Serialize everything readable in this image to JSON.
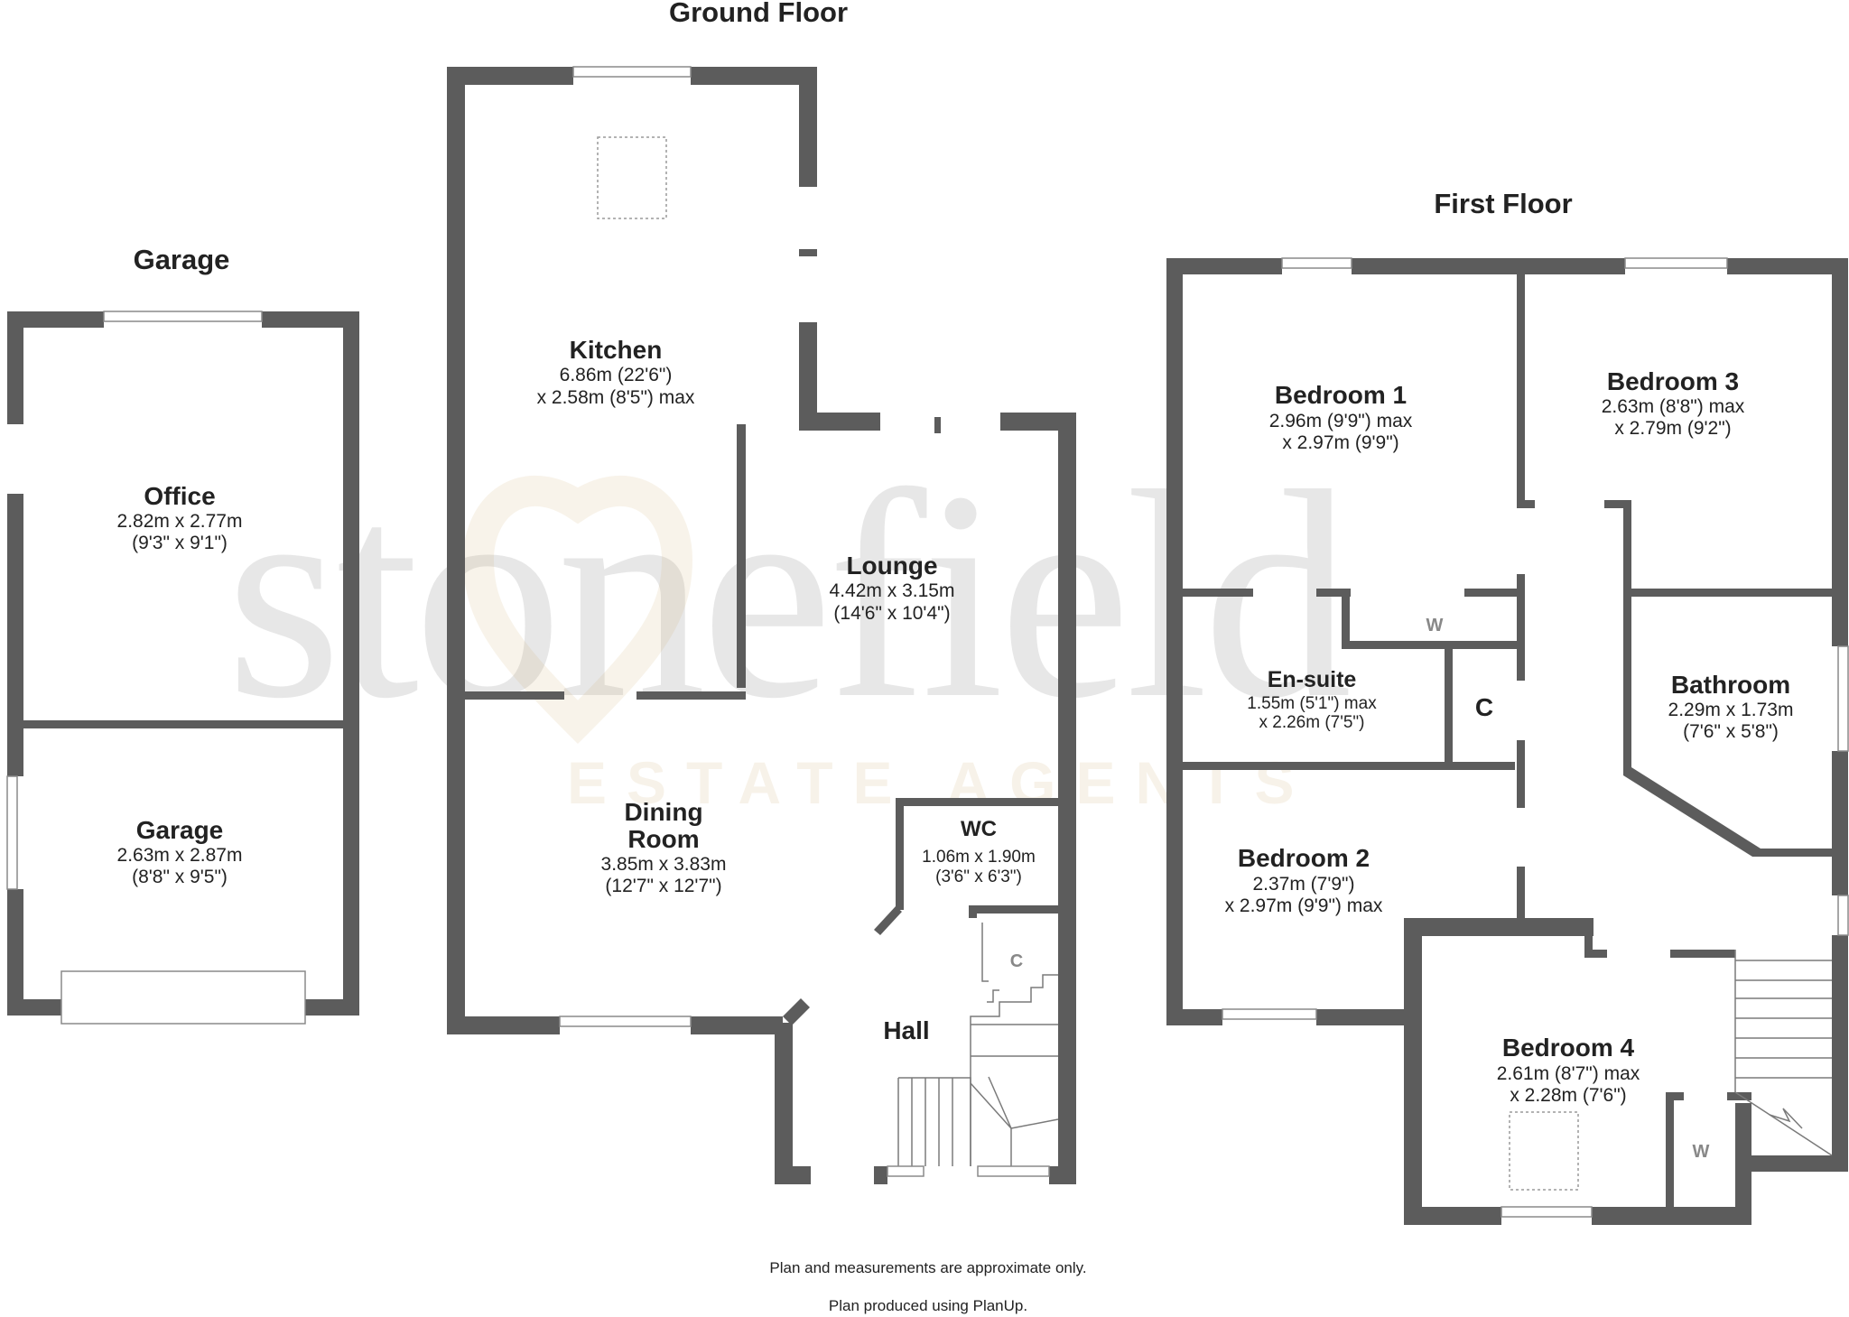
{
  "titles": {
    "ground_floor": "Ground Floor",
    "first_floor": "First Floor",
    "garage": "Garage"
  },
  "watermark": {
    "name": "stonefield",
    "tagline": "ESTATE AGENTS"
  },
  "rooms": {
    "office": {
      "name": "Office",
      "line1": "2.82m x 2.77m",
      "line2": "(9'3\" x 9'1\")"
    },
    "garage": {
      "name": "Garage",
      "line1": "2.63m x 2.87m",
      "line2": "(8'8\" x 9'5\")"
    },
    "kitchen": {
      "name": "Kitchen",
      "line1": "6.86m (22'6\")",
      "line2": "x 2.58m (8'5\") max"
    },
    "lounge": {
      "name": "Lounge",
      "line1": "4.42m x 3.15m",
      "line2": "(14'6\" x 10'4\")"
    },
    "dining": {
      "name1": "Dining",
      "name2": "Room",
      "line1": "3.85m x 3.83m",
      "line2": "(12'7\" x 12'7\")"
    },
    "wc": {
      "name": "WC",
      "line1": "1.06m x 1.90m",
      "line2": "(3'6\" x 6'3\")"
    },
    "hall": {
      "name": "Hall"
    },
    "bedroom1": {
      "name": "Bedroom 1",
      "line1": "2.96m (9'9\") max",
      "line2": "x 2.97m (9'9\")"
    },
    "bedroom3": {
      "name": "Bedroom 3",
      "line1": "2.63m (8'8\") max",
      "line2": "x 2.79m (9'2\")"
    },
    "ensuite": {
      "name": "En-suite",
      "line1": "1.55m (5'1\") max",
      "line2": "x 2.26m (7'5\")"
    },
    "bathroom": {
      "name": "Bathroom",
      "line1": "2.29m x 1.73m",
      "line2": "(7'6\" x 5'8\")"
    },
    "bedroom2": {
      "name": "Bedroom 2",
      "line1": "2.37m (7'9\")",
      "line2": "x 2.97m (9'9\") max"
    },
    "bedroom4": {
      "name": "Bedroom 4",
      "line1": "2.61m (8'7\") max",
      "line2": "x 2.28m (7'6\")"
    }
  },
  "small_labels": {
    "cupboard_ground": "C",
    "cupboard_first": "C",
    "wardrobe_first": "W",
    "wardrobe_bed4": "W"
  },
  "footer": {
    "disclaimer": "Plan and measurements are approximate only.",
    "credit": "Plan produced using PlanUp."
  }
}
